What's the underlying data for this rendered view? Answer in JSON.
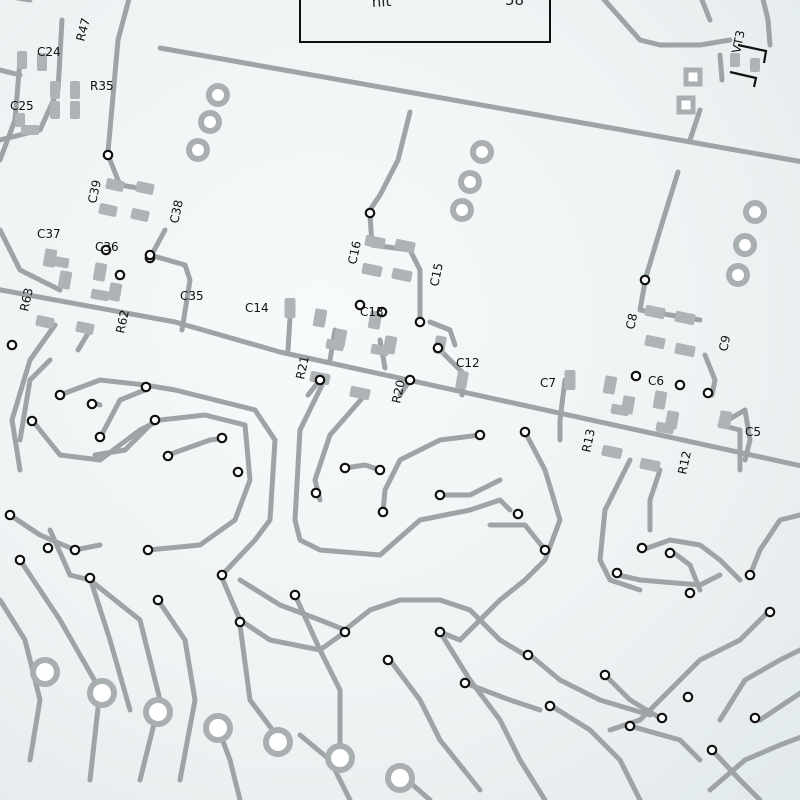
{
  "frame_text": [
    "nit",
    "58"
  ],
  "labels": [
    "C24",
    "R47",
    "R35",
    "C25",
    "C39",
    "C38",
    "C37",
    "C36",
    "R63",
    "R62",
    "C35",
    "C14",
    "C16",
    "C15",
    "C13",
    "R21",
    "R20",
    "C12",
    "C8",
    "C9",
    "C7",
    "C6",
    "R13",
    "R12",
    "C5",
    "VT3"
  ],
  "colors": {
    "trace": "#9ea3a6",
    "via_ring": "#111111",
    "background": "#eef3f4"
  }
}
